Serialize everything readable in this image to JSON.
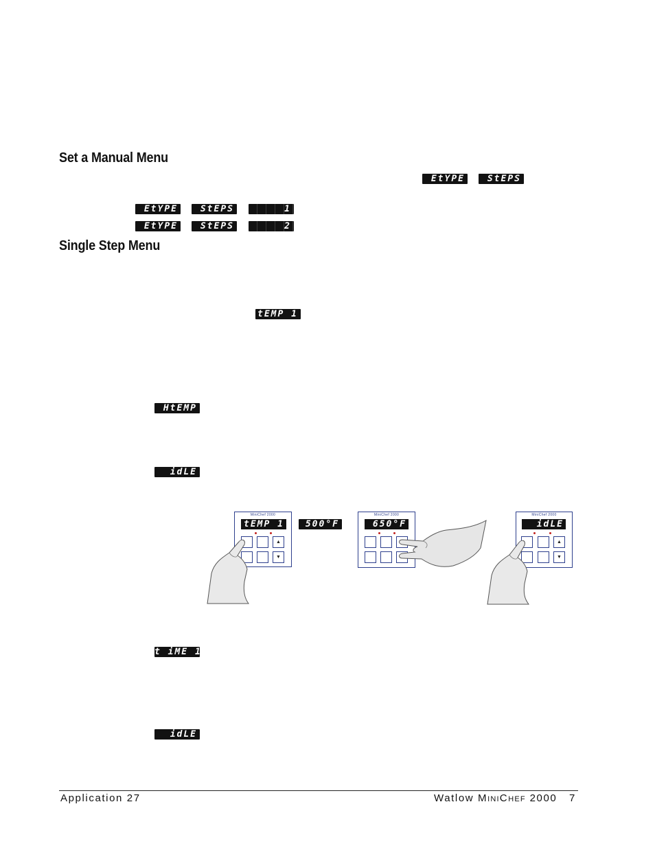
{
  "headings": {
    "manual_menu": "Set a Manual Menu",
    "single_step": "Single Step Menu"
  },
  "displays": {
    "etype": "EtYPE",
    "steps": "StEPS",
    "one": "1",
    "two": "2",
    "temp1": "tEMP 1",
    "htemp": "HtEMP",
    "idle": "idLE",
    "time1": "t iME 1",
    "val_500": "500°F",
    "val_650": "650°F"
  },
  "panels": {
    "brand": "MiniChef 2000",
    "display_1": "tEMP 1",
    "display_2": "650°F",
    "display_3": "idLE"
  },
  "footer": {
    "left": "Application 27",
    "right_brand": "Watlow",
    "right_mini": "M",
    "right_ini": "INI",
    "right_c": "C",
    "right_hef": "HEF",
    "right_model": "2000",
    "page_number": "7"
  },
  "colors": {
    "panel_border": "#2c3e8c",
    "led": "#c2221f",
    "lcd_bg": "#121212"
  }
}
